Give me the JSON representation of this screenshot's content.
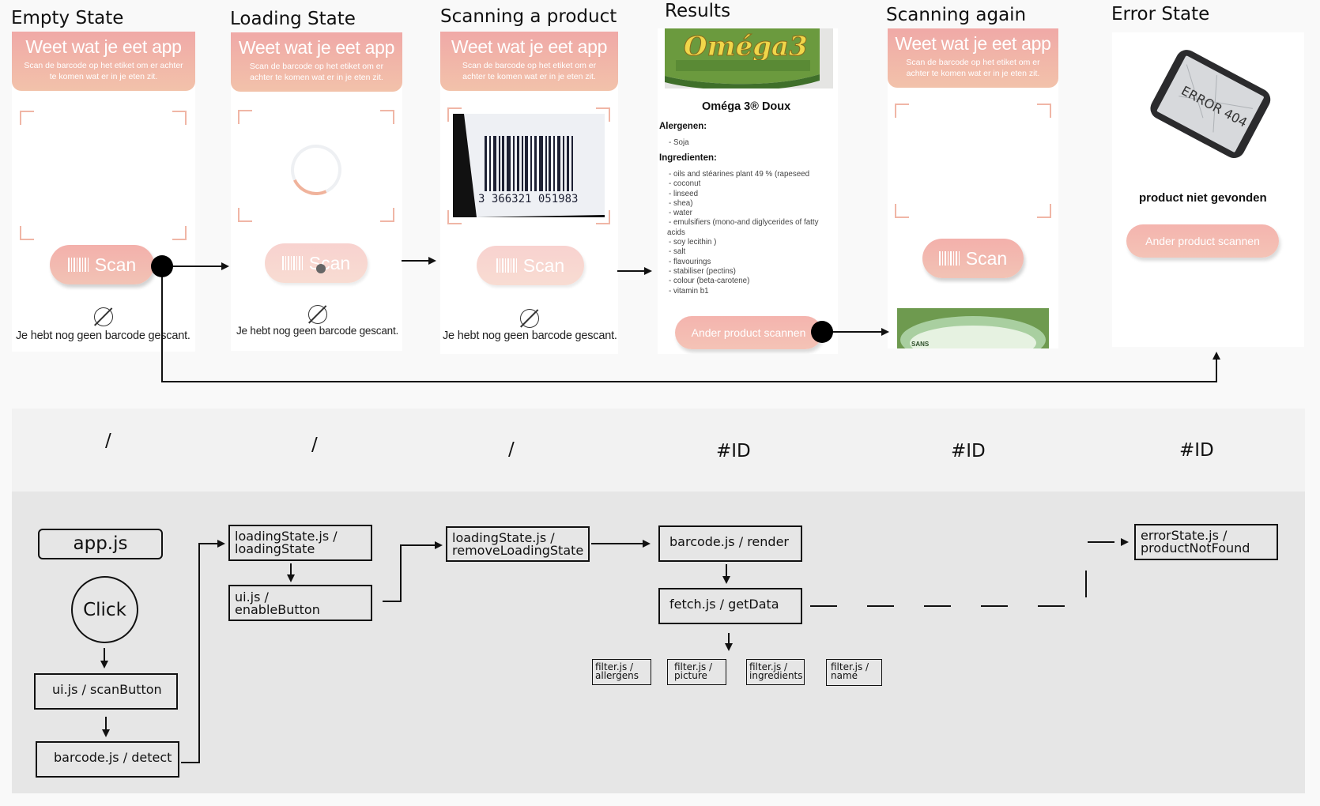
{
  "titles": [
    "Empty State",
    "Loading State",
    "Scanning a product",
    "Results",
    "Scanning again",
    "Error State"
  ],
  "app_header": {
    "title": "Weet wat je eet app",
    "subtitle_a": "Scan de barcode op het etiket om er achter te komen wat er in je eten zit.",
    "subtitle_b": "Scan de barcode op het etiket om er achter te komen wat er in je eten zit."
  },
  "scan_button_label": "Scan",
  "empty_text": "Je hebt nog geen barcode gescant.",
  "barcode_number": "3 366321 051983",
  "results": {
    "banner_text": "Oméga3",
    "product_name": "Oméga 3® Doux",
    "allergens_label": "Alergenen:",
    "allergens": [
      "- Soja"
    ],
    "ingredients_label": "Ingredienten:",
    "ingredients": [
      "- oils and stéarines plant 49 % (rapeseed",
      "- coconut",
      "- linseed",
      "- shea)",
      "- water",
      "- emulsifiers (mono-and diglycerides of fatty",
      "acids",
      "- soy lecithin )",
      "- salt",
      "- flavourings",
      "- stabiliser (pectins)",
      "- colour (beta-carotene)",
      "- vitamin b1"
    ],
    "other_button": "Ander product scannen"
  },
  "scanning_again_label": "SANS",
  "error": {
    "phone_text": "ERROR 404",
    "message": "product niet gevonden",
    "button": "Ander product scannen"
  },
  "routes": [
    "/",
    "/",
    "/",
    "#ID",
    "#ID",
    "#ID"
  ],
  "flow": {
    "app": "app.js",
    "click": "Click",
    "scan_button": "ui.js / scanButton",
    "detect": "barcode.js / detect",
    "loading_1": "loadingState.js /",
    "loading_2": "loadingState",
    "enable_1": "ui.js /",
    "enable_2": "enableButton",
    "remove_1": "loadingState.js /",
    "remove_2": "removeLoadingState",
    "render": "barcode.js / render",
    "getdata": "fetch.js / getData",
    "filters": [
      [
        "filter.js /",
        "allergens"
      ],
      [
        "filter.js /",
        "picture"
      ],
      [
        "filter.js /",
        "ingredients"
      ],
      [
        "filter.js /",
        "name"
      ]
    ],
    "error_1": "errorState.js /",
    "error_2": "productNotFound"
  },
  "colors": {
    "header_top": "#f0a9a7",
    "header_bottom": "#f2c2aa",
    "band_light": "#f2f2f2",
    "band_dark": "#e6e6e6"
  }
}
